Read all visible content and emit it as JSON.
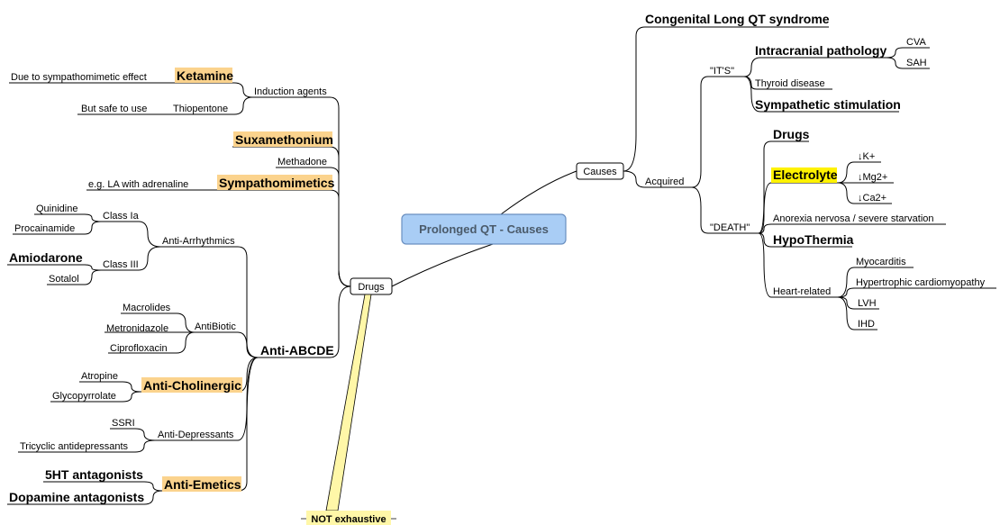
{
  "central": "Prolonged QT - Causes",
  "causes": {
    "label": "Causes",
    "congenital": "Congenital Long QT syndrome",
    "acquired": {
      "label": "Acquired",
      "its": {
        "label": "\"IT'S\"",
        "intracranial": "Intracranial pathology",
        "cva": "CVA",
        "sah": "SAH",
        "thyroid": "Thyroid disease",
        "sympathetic": "Sympathetic stimulation"
      },
      "death": {
        "label": "\"DEATH\"",
        "drugs": "Drugs",
        "electrolyte": "Electrolyte",
        "k": "↓K+",
        "mg": "↓Mg2+",
        "ca": "↓Ca2+",
        "anorexia": "Anorexia nervosa / severe starvation",
        "hypothermia": "HypoThermia",
        "heart": {
          "label": "Heart-related",
          "myocarditis": "Myocarditis",
          "hcm": "Hypertrophic cardiomyopathy",
          "lvh": "LVH",
          "ihd": "IHD"
        }
      }
    }
  },
  "drugs": {
    "label": "Drugs",
    "induction": {
      "label": "Induction agents",
      "ketamine": "Ketamine",
      "ketamine_note": "Due to sympathomimetic effect",
      "thiopentone": "Thiopentone",
      "thiopentone_note": "But safe to use"
    },
    "suxamethonium": "Suxamethonium",
    "methadone": "Methadone",
    "sympathomimetics": "Sympathomimetics",
    "sympathomimetics_note": "e.g. LA with adrenaline",
    "abcde": {
      "label": "Anti-ABCDE",
      "arrhythmics": {
        "label": "Anti-Arrhythmics",
        "class1a": "Class Ia",
        "quinidine": "Quinidine",
        "procainamide": "Procainamide",
        "class3": "Class III",
        "amiodarone": "Amiodarone",
        "sotalol": "Sotalol"
      },
      "antibiotic": {
        "label": "AntiBiotic",
        "macrolides": "Macrolides",
        "metronidazole": "Metronidazole",
        "ciprofloxacin": "Ciprofloxacin"
      },
      "cholinergic": {
        "label": "Anti-Cholinergic",
        "atropine": "Atropine",
        "glycopyrrolate": "Glycopyrrolate"
      },
      "depressants": {
        "label": "Anti-Depressants",
        "ssri": "SSRI",
        "tca": "Tricyclic antidepressants"
      },
      "emetics": {
        "label": "Anti-Emetics",
        "ht5": "5HT antagonists",
        "dopamine": "Dopamine antagonists"
      }
    }
  },
  "note": "NOT exhaustive",
  "colors": {
    "central_fill": "#a9cdf5",
    "central_stroke": "#6a8fc0",
    "central_text": "#4a5a6a",
    "highlight": "#fbd38d",
    "yellow": "#fff200",
    "note_fill": "#fff7a8"
  }
}
